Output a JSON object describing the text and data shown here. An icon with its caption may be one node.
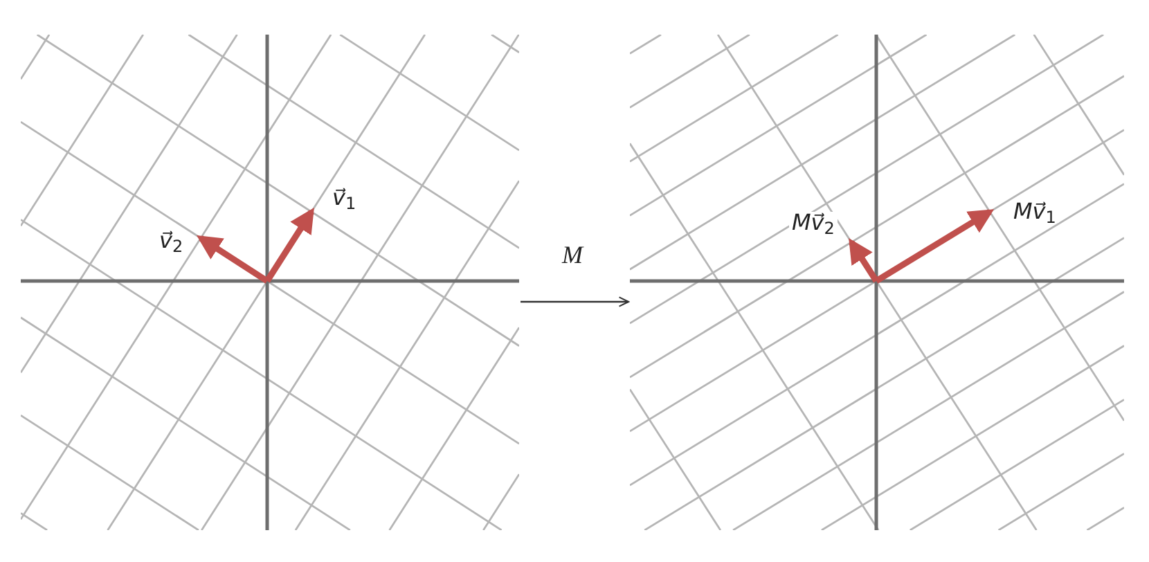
{
  "diagram": {
    "nodes": [
      {
        "text": [
          "*v⃗*$_{1}$",
          "*v⃗*$_{2}$"
        ]
      },
      {
        "text": [
          "*Mv⃗*$_{2}$",
          "*Mv⃗*$_{1}$"
        ]
      }
    ],
    "edges": [
      {
        "from": 0,
        "to": 1,
        "arrow": "to",
        "label": "*M*"
      }
    ]
  }
}
